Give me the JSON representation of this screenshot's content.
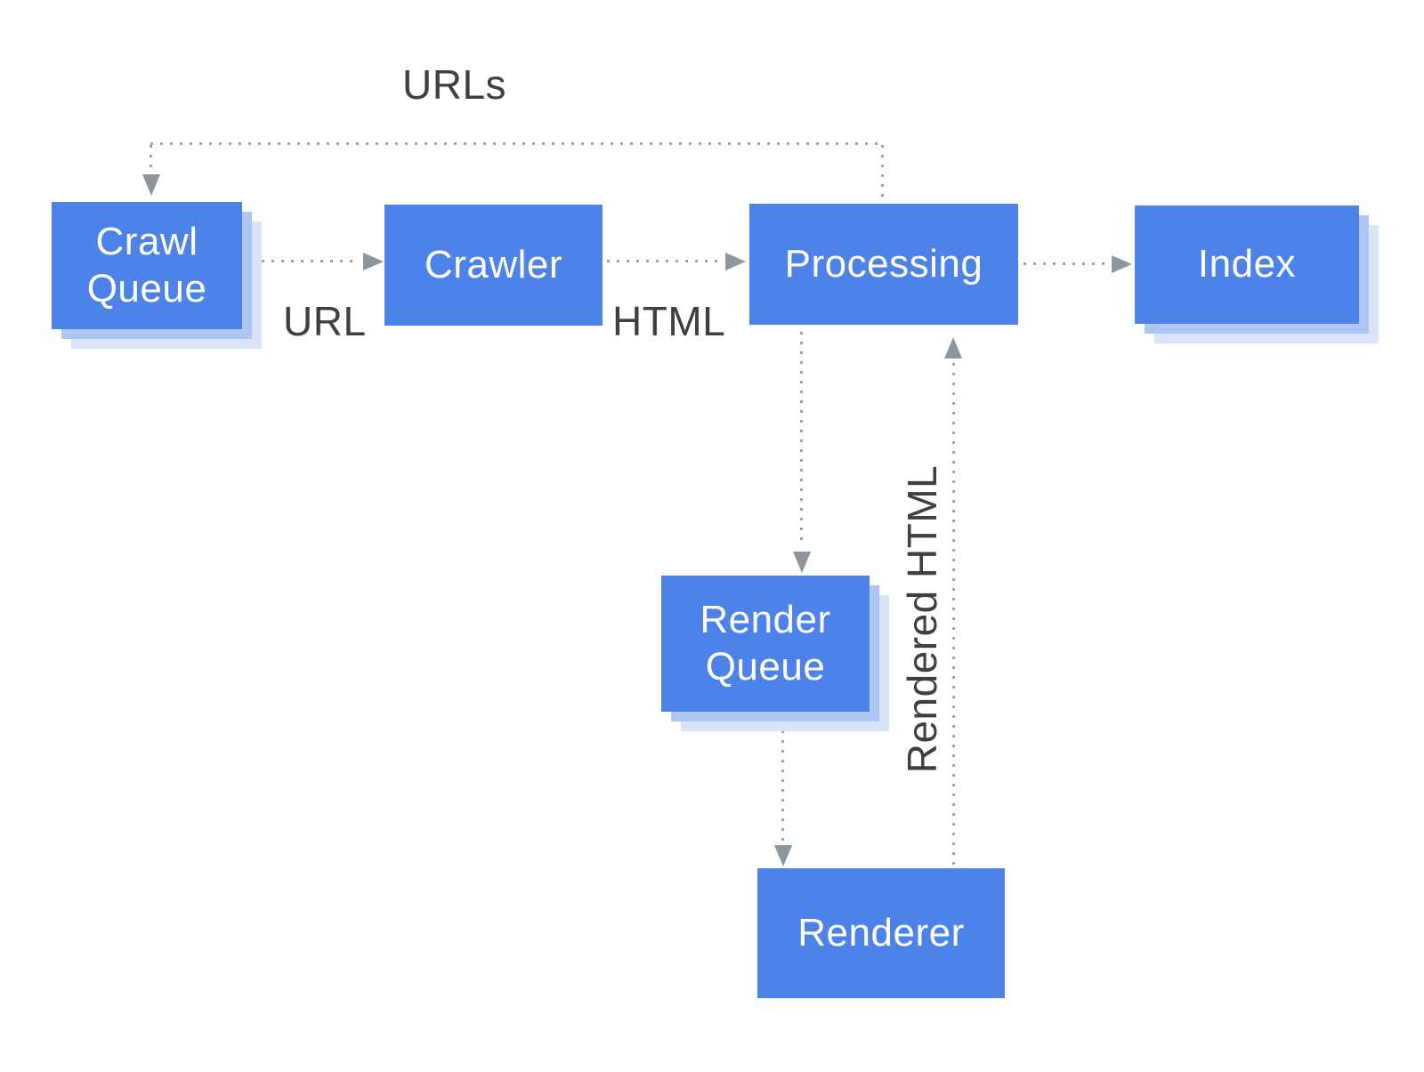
{
  "diagram": {
    "nodes": [
      {
        "id": "crawl-queue",
        "label": "Crawl Queue"
      },
      {
        "id": "crawler",
        "label": "Crawler"
      },
      {
        "id": "processing",
        "label": "Processing"
      },
      {
        "id": "index",
        "label": "Index"
      },
      {
        "id": "render-queue",
        "label": "Render Queue"
      },
      {
        "id": "renderer",
        "label": "Renderer"
      }
    ],
    "edge_labels": {
      "urls": "URLs",
      "url": "URL",
      "html": "HTML",
      "rendered_html": "Rendered HTML"
    },
    "colors": {
      "node_fill": "#4d82e9",
      "node_text": "#ffffff",
      "shadow_inner": "#aec6f3",
      "shadow_outer": "#d9e4fb",
      "connector": "#98a1a9",
      "arrowhead": "#8d959d",
      "label_text": "#3c4043",
      "background": "#ffffff"
    }
  }
}
